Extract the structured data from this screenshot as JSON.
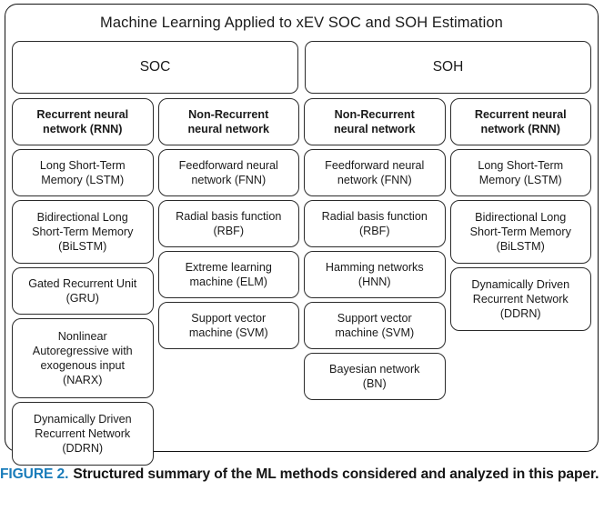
{
  "figure": {
    "title": "Machine Learning Applied to xEV SOC and SOH Estimation",
    "caption_label": "FIGURE 2.",
    "caption_text": "Structured summary of the ML methods considered and analyzed in this paper.",
    "accent_color": "#1a7cba",
    "border_color": "#222222"
  },
  "top_groups": [
    {
      "label": "SOC"
    },
    {
      "label": "SOH"
    }
  ],
  "columns": [
    {
      "group": "SOC",
      "header": "Recurrent neural\nnetwork (RNN)",
      "items": [
        "Long Short-Term\nMemory (LSTM)",
        "Bidirectional Long\nShort-Term Memory\n(BiLSTM)",
        "Gated Recurrent Unit\n(GRU)",
        "Nonlinear\nAutoregressive with\nexogenous input\n(NARX)",
        "Dynamically Driven\nRecurrent Network\n(DDRN)"
      ]
    },
    {
      "group": "SOC",
      "header": "Non-Recurrent\nneural network",
      "items": [
        "Feedforward neural\nnetwork (FNN)",
        "Radial basis function\n(RBF)",
        "Extreme learning\nmachine (ELM)",
        "Support vector\nmachine (SVM)"
      ]
    },
    {
      "group": "SOH",
      "header": "Non-Recurrent\nneural network",
      "items": [
        "Feedforward neural\nnetwork (FNN)",
        "Radial basis function\n(RBF)",
        "Hamming networks\n(HNN)",
        "Support vector\nmachine (SVM)",
        "Bayesian network\n(BN)"
      ]
    },
    {
      "group": "SOH",
      "header": "Recurrent neural\nnetwork (RNN)",
      "items": [
        "Long Short-Term\nMemory (LSTM)",
        "Bidirectional Long\nShort-Term Memory\n(BiLSTM)",
        "Dynamically Driven\nRecurrent Network\n(DDRN)"
      ]
    }
  ]
}
